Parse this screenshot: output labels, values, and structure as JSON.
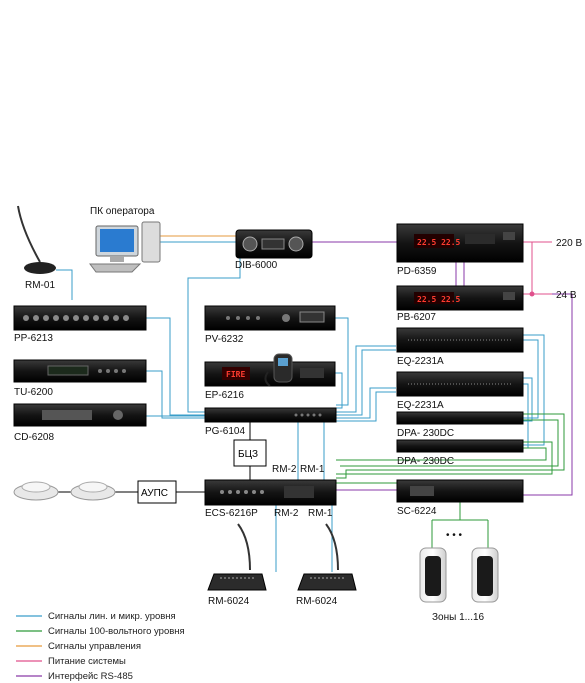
{
  "devices": {
    "operator_pc": "ПК оператора",
    "dib": "DIB-6000",
    "pd": "PD-6359",
    "pb": "PB-6207",
    "v220": "220 В",
    "v24": "24 В",
    "rm01": "RM-01",
    "pp": "PP-6213",
    "pv": "PV-6232",
    "tu": "TU-6200",
    "ep": "EP-6216",
    "cd": "CD-6208",
    "pg": "PG-6104",
    "eq1": "EQ-2231A",
    "eq2": "EQ-2231A",
    "dpa1": "DPA- 230DC",
    "dpa2": "DPA- 230DC",
    "bcz": "БЦЗ",
    "aups": "АУПС",
    "ecs": "ECS-6216P",
    "rm2a": "RM-2",
    "rm1a": "RM-1",
    "rm2b": "RM-2",
    "rm1b": "RM-1",
    "sc": "SC-6224",
    "rm6024a": "RM-6024",
    "rm6024b": "RM-6024",
    "zones": "Зоны 1...16",
    "dots": "• • •",
    "fire": "FIRE"
  },
  "legend": [
    {
      "label": "Сигналы лин. и микр. уровня",
      "color": "#3a9ec9"
    },
    {
      "label": "Сигналы 100-вольтного уровня",
      "color": "#2e9a3a"
    },
    {
      "label": "Сигналы управления",
      "color": "#e69a3c"
    },
    {
      "label": "Питание системы",
      "color": "#e0508c"
    },
    {
      "label": "Интерфейс RS-485",
      "color": "#8a3aa8"
    }
  ]
}
